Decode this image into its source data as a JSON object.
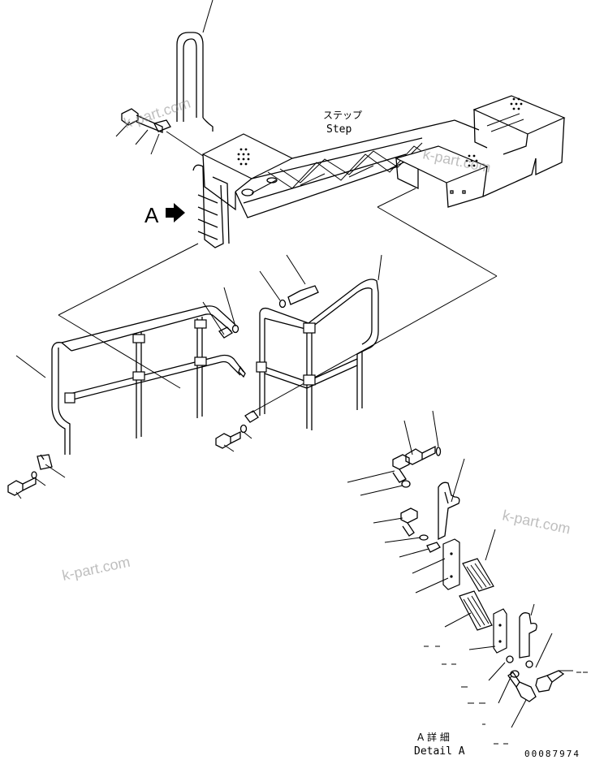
{
  "labels": {
    "step_jp": "ステップ",
    "step_en": "Step",
    "view_letter": "A",
    "detail_jp": "A 詳 細",
    "detail_en": "Detail A",
    "drawing_code": "00087974"
  },
  "watermarks": [
    "k-part.com",
    "k-part.com",
    "k-part.com",
    "k-part.com"
  ],
  "icons": {
    "view_arrow": "right-arrow-icon"
  }
}
